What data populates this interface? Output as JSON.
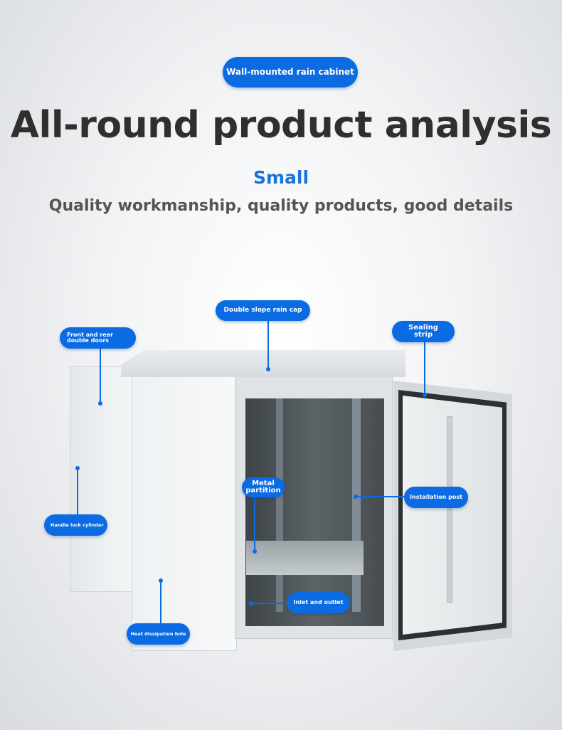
{
  "badge": "Wall-mounted rain cabinet",
  "title": "All-round product analysis",
  "highlight": "Small",
  "subtitle": "Quality workmanship, quality products, good details",
  "callouts": {
    "rain_cap": "Double slope rain cap",
    "doors": "Front and rear double doors",
    "sealing": "Sealing strip",
    "partition": "Metal partition",
    "post": "Installation post",
    "lock": "Handle lock cylinder",
    "inlet": "Inlet and outlet",
    "heat": "Heat dissipation hole"
  },
  "colors": {
    "accent": "#0a6be3",
    "title": "#2f2f2f",
    "highlight": "#1a73d9"
  }
}
